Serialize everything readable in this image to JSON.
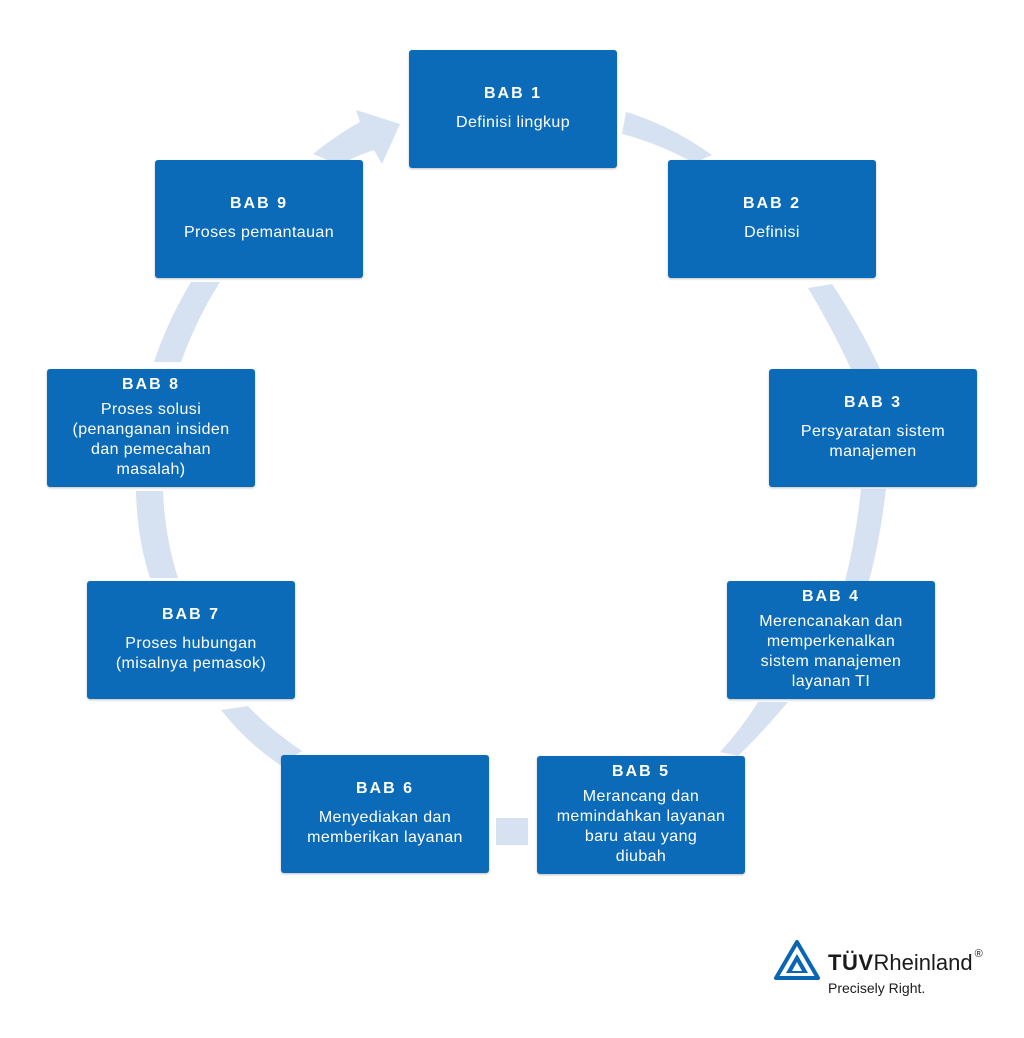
{
  "diagram": {
    "steps": [
      {
        "title": "BAB 1",
        "desc": "Definisi lingkup"
      },
      {
        "title": "BAB 2",
        "desc": "Definisi"
      },
      {
        "title": "BAB 3",
        "desc": "Persyaratan sistem\nmanajemen"
      },
      {
        "title": "BAB 4",
        "desc": "Merencanakan dan\nmemperkenalkan\nsistem manajemen\nlayanan TI"
      },
      {
        "title": "BAB 5",
        "desc": "Merancang dan\nmemindahkan layanan\nbaru atau  yang\ndiubah"
      },
      {
        "title": "BAB 6",
        "desc": "Menyediakan dan\nmemberikan layanan"
      },
      {
        "title": "BAB 7",
        "desc": "Proses hubungan\n(misalnya pemasok)"
      },
      {
        "title": "BAB 8",
        "desc": "Proses solusi\n(penanganan insiden\ndan pemecahan\nmasalah)"
      },
      {
        "title": "BAB 9",
        "desc": "Proses pemantauan"
      }
    ]
  },
  "logo": {
    "brand_bold": "TÜV",
    "brand_rest": "Rheinland",
    "registered": "®",
    "tagline": "Precisely Right."
  },
  "colors": {
    "box": "#0b6bb8",
    "ring": "#d6e2f2",
    "logo_blue": "#0a66b2"
  }
}
